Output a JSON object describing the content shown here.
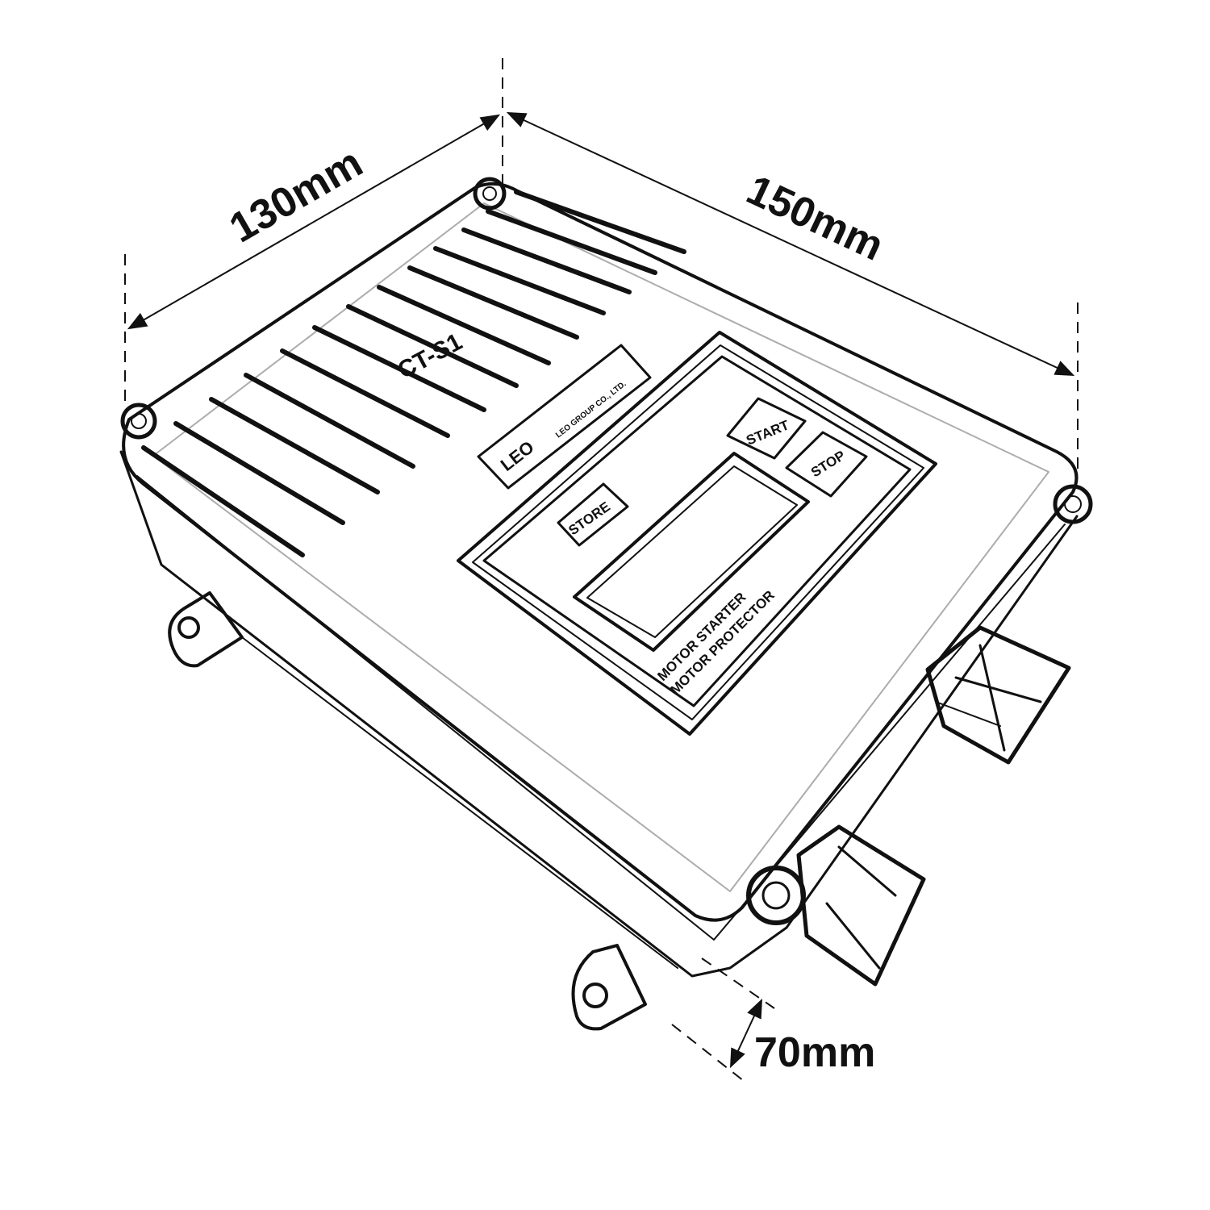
{
  "dimensions": {
    "width": "130mm",
    "length": "150mm",
    "height": "70mm"
  },
  "device": {
    "brand": "LEO",
    "company": "LEO GROUP CO., LTD.",
    "model": "CT-S1",
    "label_line1": "MOTOR STARTER",
    "label_line2": "MOTOR PROTECTOR",
    "buttons": {
      "start": "START",
      "stop": "STOP",
      "store": "STORE"
    }
  }
}
